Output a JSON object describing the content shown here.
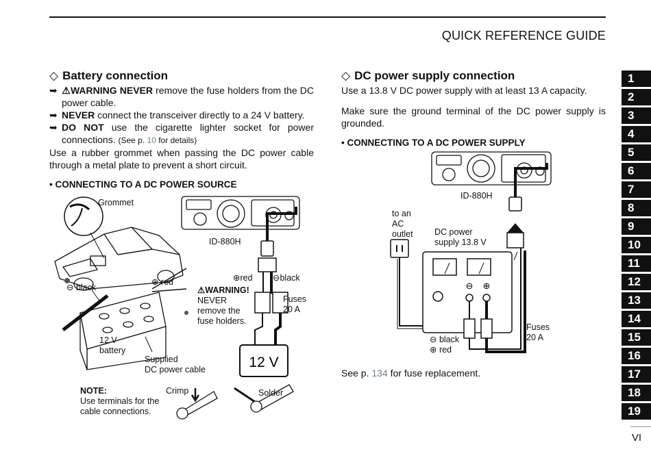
{
  "header": {
    "title": "QUICK REFERENCE GUIDE"
  },
  "left": {
    "heading": "Battery connection",
    "b1_bold": "⚠WARNING NEVER",
    "b1_text": " remove the fuse holders from the DC power cable.",
    "b2_bold": "NEVER",
    "b2_text": " connect the transceiver directly to a 24 V battery.",
    "b3_bold": "DO NOT",
    "b3_text": " use the cigarette lighter socket for power connections.",
    "b3_ref_pre": "(See p. ",
    "b3_ref_page": "10",
    "b3_ref_post": " for details)",
    "para": "Use a rubber grommet when passing the DC power cable through a metal plate to prevent a short circuit.",
    "subheading": "• CONNECTING TO A DC POWER SOURCE"
  },
  "left_diagram": {
    "grommet": "Grommet",
    "model": "ID-880H",
    "black_terminal": "⊖ black",
    "red_terminal": "⊕ red",
    "red_lead": "⊕red",
    "black_lead": "⊖black",
    "warning_title": "⚠WARNING!",
    "warning_l1": "NEVER",
    "warning_l2": "remove the",
    "warning_l3": "fuse holders.",
    "fuses_l1": "Fuses",
    "fuses_l2": "20 A",
    "battery_l1": "12 V",
    "battery_l2": "battery",
    "cable_l1": "Supplied",
    "cable_l2": "DC power cable",
    "battery_box": "12 V",
    "note_title": "NOTE:",
    "note_l1": "Use terminals for the",
    "note_l2": "cable connections.",
    "crimp": "Crimp",
    "solder": "Solder"
  },
  "right": {
    "heading": "DC power supply connection",
    "p1": "Use a 13.8 V DC power supply with at least 13 A capacity.",
    "p2": "Make sure the ground terminal of the DC power supply is grounded.",
    "subheading": "• CONNECTING TO A DC POWER SUPPLY",
    "see_pre": "See p. ",
    "see_page": "134",
    "see_post": " for fuse replacement."
  },
  "right_diagram": {
    "model": "ID-880H",
    "outlet_l1": "to an",
    "outlet_l2": "AC",
    "outlet_l3": "outlet",
    "psu_l1": "DC power",
    "psu_l2": "supply 13.8 V",
    "black": "⊖ black",
    "red": "⊕ red",
    "fuses_l1": "Fuses",
    "fuses_l2": "20 A"
  },
  "tabs": [
    "1",
    "2",
    "3",
    "4",
    "5",
    "6",
    "7",
    "8",
    "9",
    "10",
    "11",
    "12",
    "13",
    "14",
    "15",
    "16",
    "17",
    "18",
    "19"
  ],
  "footer": {
    "page": "VI"
  }
}
